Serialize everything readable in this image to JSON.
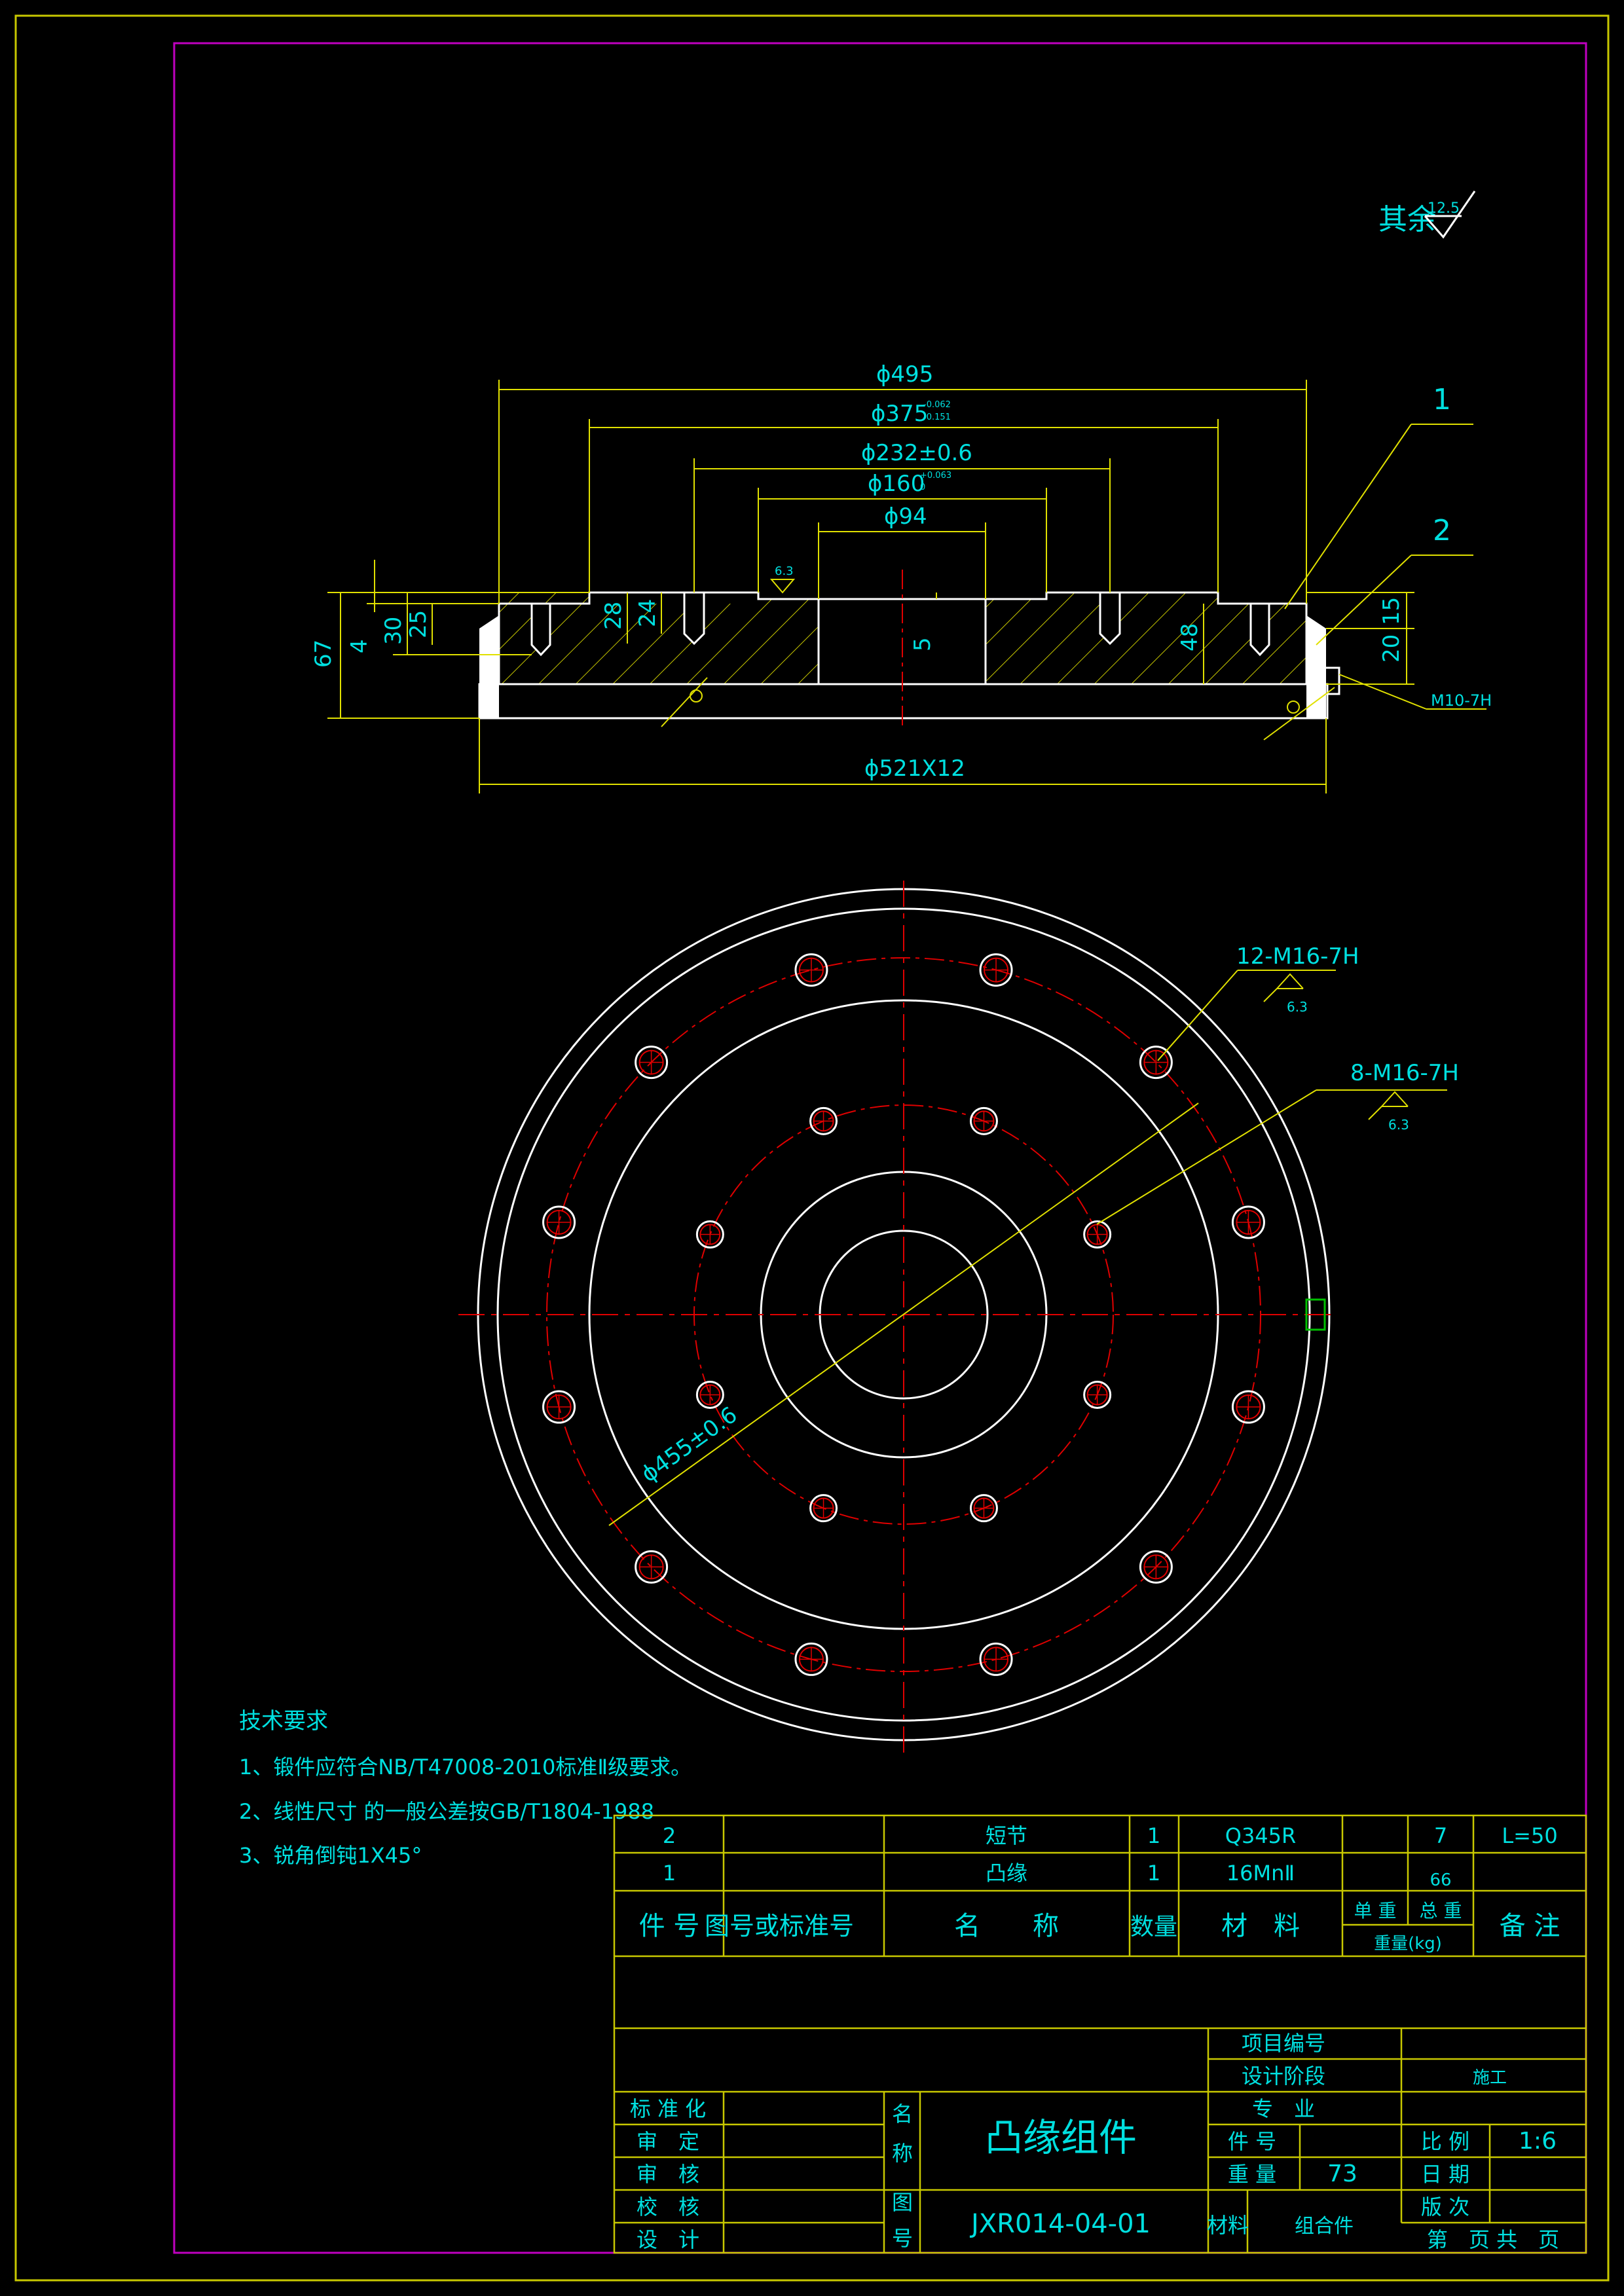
{
  "colors": {
    "background": "#000000",
    "outer_frame": "#c8c800",
    "inner_frame": "#c000c0",
    "outline": "#ffffff",
    "dimension": "#e0e000",
    "centerline": "#e00000",
    "text": "#00e0e0",
    "hatch": "#c8c800",
    "thread_green": "#00c000"
  },
  "surface_note": {
    "label": "其余",
    "roughness": "12.5"
  },
  "section_view": {
    "dims": {
      "d495": "ϕ495",
      "d375": "ϕ375",
      "d375_tol_upper": "-0.062",
      "d375_tol_lower": "-0.151",
      "d232": "ϕ232±0.6",
      "d160": "ϕ160",
      "d160_tol_upper": "+0.063",
      "d160_tol_lower": "0",
      "d94": "ϕ94",
      "d521": "ϕ521X12",
      "h67": "67",
      "h4": "4",
      "h30": "30",
      "h25": "25",
      "h28": "28",
      "h24": "24",
      "h5": "5",
      "h48": "48",
      "h15": "15",
      "h20": "20",
      "thread_small": "M10-7H",
      "roughness_63": "6.3"
    },
    "balloons": [
      "1",
      "2"
    ]
  },
  "plan_view": {
    "outer_holes_label": "12-M16-7H",
    "inner_holes_label": "8-M16-7H",
    "roughness": "6.3",
    "pitch_dim": "ϕ455±0.6"
  },
  "tech_requirements": {
    "title": "技术要求",
    "items": [
      "1、锻件应符合NB/T47008-2010标准Ⅱ级要求。",
      "2、线性尺寸 的一般公差按GB/T1804-1988",
      "3、锐角倒钝1X45°"
    ]
  },
  "bom": {
    "rows": [
      {
        "no": "2",
        "code": "",
        "name": "短节",
        "qty": "1",
        "material": "Q345R",
        "unit_w": "",
        "total_w": "7",
        "note": "L=50"
      },
      {
        "no": "1",
        "code": "",
        "name": "凸缘",
        "qty": "1",
        "material": "16MnⅡ",
        "unit_w": "",
        "total_w": "66",
        "note": ""
      }
    ],
    "header": {
      "no": "件 号",
      "code": "图号或标准号",
      "name": "名　　称",
      "qty": "数量",
      "material": "材　料",
      "unit_w": "单 重",
      "total_w": "总 重",
      "weight": "重量(kg)",
      "note": "备 注"
    }
  },
  "title_block": {
    "project_no_label": "项目编号",
    "design_stage_label": "设计阶段",
    "design_stage_value": "施工",
    "major_label": "专　业",
    "part_no_label": "件 号",
    "weight_label": "重 量",
    "weight_value": "73",
    "material_label": "材料",
    "material_value": "组合件",
    "scale_label": "比 例",
    "scale_value": "1:6",
    "date_label": "日 期",
    "version_label": "版 次",
    "sheet_label": "第　页 共　页",
    "name_label_1": "名",
    "name_label_2": "称",
    "drawing_label_1": "图",
    "drawing_label_2": "号",
    "drawing_name": "凸缘组件",
    "drawing_no": "JXR014-04-01",
    "sign_roles": [
      "标 准 化",
      "审　定",
      "审　核",
      "校　核",
      "设　计"
    ]
  }
}
